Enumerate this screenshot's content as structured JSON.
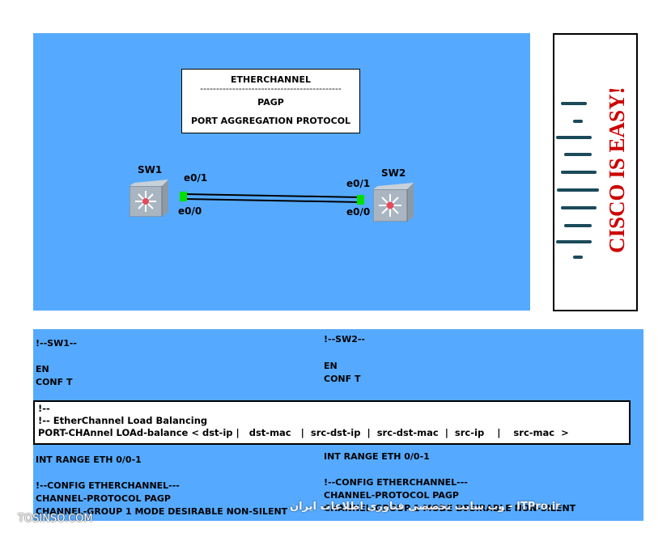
{
  "diagram": {
    "title_lines": [
      "ETHERCHANNEL",
      "--------------------------------------------",
      "PAGP",
      "PORT AGGREGATION PROTOCOL"
    ],
    "sw1": {
      "name": "SW1",
      "port_top": "e0/1",
      "port_bottom": "e0/0"
    },
    "sw2": {
      "name": "SW2",
      "port_top": "e0/1",
      "port_bottom": "e0/0"
    },
    "port_color": "#00e000",
    "background_color": "#55aaff",
    "link_color": "#000000"
  },
  "cisco_logo": {
    "text": "CISCO IS EASY!",
    "bar_color": "#1b4a5a",
    "text_color": "#cc0000"
  },
  "config": {
    "sw1": {
      "header": "!--SW1--",
      "lines": [
        "EN",
        "CONF T"
      ],
      "int_range": "INT RANGE ETH 0/0-1",
      "etherchannel": [
        "!--CONFIG ETHERCHANNEL---",
        "CHANNEL-PROTOCOL PAGP",
        "CHANNEL-GROUP 1 MODE DESIRABLE NON-SILENT"
      ]
    },
    "sw2": {
      "header": "!--SW2--",
      "lines": [
        "EN",
        "CONF T"
      ],
      "int_range": "INT RANGE ETH 0/0-1",
      "etherchannel": [
        "!--CONFIG ETHERCHANNEL---",
        "CHANNEL-PROTOCOL PAGP",
        "CHANNEL-GROUP 1 MODE DESIRABLE NON-SILENT"
      ]
    },
    "load_balancing": [
      "!--",
      "!-- EtherChannel Load Balancing",
      "PORT-CHAnnel LOAd-balance < dst-ip |   dst-mac   |  src-dst-ip  |  src-dst-mac  |  src-ip    |    src-mac  >"
    ]
  },
  "watermarks": {
    "left": "TOSINSO.COM",
    "center": "وب سایت تخصصی فناوری اطلاعات ایران - ITPro.ir"
  }
}
